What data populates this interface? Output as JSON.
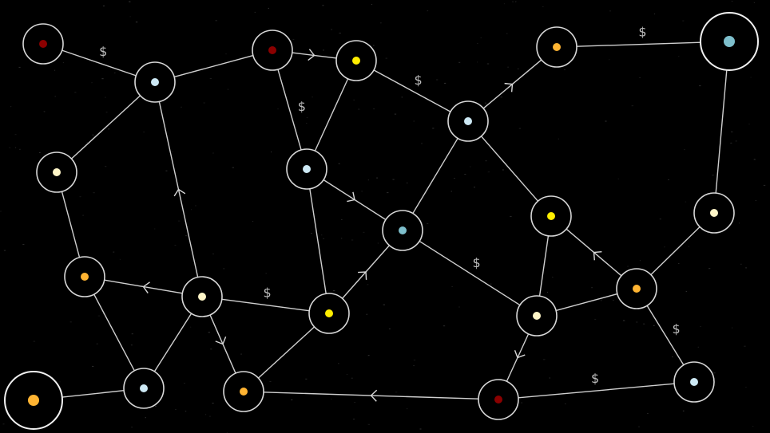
{
  "colors": {
    "background": "#000000",
    "edge": "#cfcfcf",
    "ring": "#d8d8d8",
    "dark_red": "#8b0000",
    "light_blue": "#cde9f5",
    "cream": "#fff6c8",
    "yellow": "#ffee00",
    "orange": "#ffb432",
    "teal": "#7ebfcc"
  },
  "toll_symbol": "$",
  "nodes": [
    {
      "id": "n1",
      "color": "dark_red",
      "size": "normal"
    },
    {
      "id": "n2",
      "color": "light_blue",
      "size": "normal"
    },
    {
      "id": "n3",
      "color": "dark_red",
      "size": "normal"
    },
    {
      "id": "n4",
      "color": "yellow",
      "size": "normal"
    },
    {
      "id": "n5",
      "color": "orange",
      "size": "normal"
    },
    {
      "id": "n6",
      "color": "teal",
      "size": "large"
    },
    {
      "id": "n7",
      "color": "light_blue",
      "size": "normal"
    },
    {
      "id": "n8",
      "color": "cream",
      "size": "normal"
    },
    {
      "id": "n9",
      "color": "light_blue",
      "size": "normal"
    },
    {
      "id": "n10",
      "color": "teal",
      "size": "normal"
    },
    {
      "id": "n11",
      "color": "yellow",
      "size": "normal"
    },
    {
      "id": "n12",
      "color": "cream",
      "size": "normal"
    },
    {
      "id": "n13",
      "color": "orange",
      "size": "normal"
    },
    {
      "id": "n14",
      "color": "cream",
      "size": "normal"
    },
    {
      "id": "n15",
      "color": "yellow",
      "size": "normal"
    },
    {
      "id": "n16",
      "color": "cream",
      "size": "normal"
    },
    {
      "id": "n17",
      "color": "orange",
      "size": "normal"
    },
    {
      "id": "n18",
      "color": "orange",
      "size": "large"
    },
    {
      "id": "n19",
      "color": "light_blue",
      "size": "normal"
    },
    {
      "id": "n20",
      "color": "orange",
      "size": "normal"
    },
    {
      "id": "n21",
      "color": "dark_red",
      "size": "normal"
    },
    {
      "id": "n22",
      "color": "light_blue",
      "size": "normal"
    }
  ],
  "edges": [
    {
      "from": "n1",
      "to": "n2",
      "toll": true,
      "arrow": false
    },
    {
      "from": "n2",
      "to": "n3",
      "toll": false,
      "arrow": false
    },
    {
      "from": "n3",
      "to": "n4",
      "toll": false,
      "arrow": true
    },
    {
      "from": "n4",
      "to": "n7",
      "toll": true,
      "arrow": false
    },
    {
      "from": "n7",
      "to": "n5",
      "toll": false,
      "arrow": true
    },
    {
      "from": "n5",
      "to": "n6",
      "toll": true,
      "arrow": false
    },
    {
      "from": "n2",
      "to": "n8",
      "toll": false,
      "arrow": false
    },
    {
      "from": "n3",
      "to": "n9",
      "toll": true,
      "arrow": false
    },
    {
      "from": "n4",
      "to": "n9",
      "toll": false,
      "arrow": false
    },
    {
      "from": "n9",
      "to": "n10",
      "toll": false,
      "arrow": true
    },
    {
      "from": "n10",
      "to": "n7",
      "toll": false,
      "arrow": false
    },
    {
      "from": "n7",
      "to": "n11",
      "toll": false,
      "arrow": false
    },
    {
      "from": "n6",
      "to": "n12",
      "toll": false,
      "arrow": false
    },
    {
      "from": "n8",
      "to": "n13",
      "toll": false,
      "arrow": false
    },
    {
      "from": "n14",
      "to": "n2",
      "toll": false,
      "arrow": true
    },
    {
      "from": "n14",
      "to": "n13",
      "toll": false,
      "arrow": true
    },
    {
      "from": "n14",
      "to": "n15",
      "toll": true,
      "arrow": false
    },
    {
      "from": "n9",
      "to": "n15",
      "toll": false,
      "arrow": false
    },
    {
      "from": "n15",
      "to": "n10",
      "toll": false,
      "arrow": true
    },
    {
      "from": "n10",
      "to": "n16",
      "toll": true,
      "arrow": false
    },
    {
      "from": "n11",
      "to": "n16",
      "toll": false,
      "arrow": false
    },
    {
      "from": "n17",
      "to": "n11",
      "toll": false,
      "arrow": true
    },
    {
      "from": "n16",
      "to": "n17",
      "toll": false,
      "arrow": false
    },
    {
      "from": "n12",
      "to": "n17",
      "toll": false,
      "arrow": false
    },
    {
      "from": "n17",
      "to": "n22",
      "toll": true,
      "arrow": false
    },
    {
      "from": "n13",
      "to": "n19",
      "toll": false,
      "arrow": false
    },
    {
      "from": "n14",
      "to": "n19",
      "toll": false,
      "arrow": false
    },
    {
      "from": "n18",
      "to": "n19",
      "toll": false,
      "arrow": false
    },
    {
      "from": "n14",
      "to": "n20",
      "toll": false,
      "arrow": true
    },
    {
      "from": "n15",
      "to": "n20",
      "toll": false,
      "arrow": false
    },
    {
      "from": "n21",
      "to": "n20",
      "toll": false,
      "arrow": true
    },
    {
      "from": "n16",
      "to": "n21",
      "toll": false,
      "arrow": true
    },
    {
      "from": "n21",
      "to": "n22",
      "toll": true,
      "arrow": false
    }
  ]
}
